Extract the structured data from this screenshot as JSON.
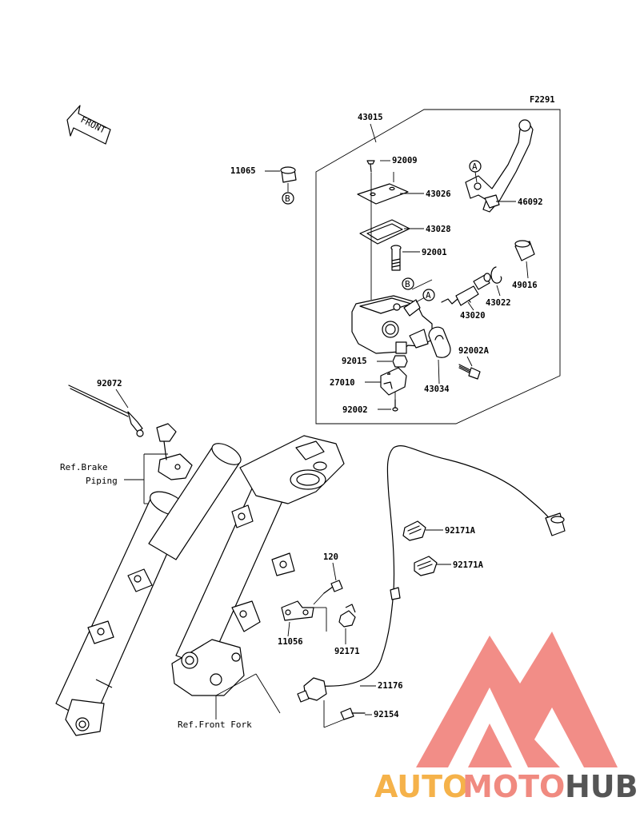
{
  "figure_code": "F2291",
  "front_label": "FRONT",
  "markers": {
    "a": "A",
    "b": "B"
  },
  "parts": {
    "p43015": "43015",
    "p92009": "92009",
    "p43026": "43026",
    "p43028": "43028",
    "p92001": "92001",
    "p43020": "43020",
    "p43022": "43022",
    "p49016": "49016",
    "p46092": "46092",
    "p92002A": "92002A",
    "p92015": "92015",
    "p27010": "27010",
    "p43034": "43034",
    "p92002": "92002",
    "p11065": "11065",
    "p92072": "92072",
    "p92171A_1": "92171A",
    "p92171A_2": "92171A",
    "p120": "120",
    "p11056": "11056",
    "p92171": "92171",
    "p21176": "21176",
    "p92154": "92154"
  },
  "references": {
    "brake_line1": "Ref.Brake",
    "brake_line2": "Piping",
    "front_fork": "Ref.Front Fork"
  },
  "watermark": {
    "part1": "AUTO",
    "part2": "MOTO",
    "part3": "HUB",
    "color1": "#f5b24a",
    "color2": "#f08a80",
    "color3": "#555555",
    "logo_color": "#f07a73"
  }
}
